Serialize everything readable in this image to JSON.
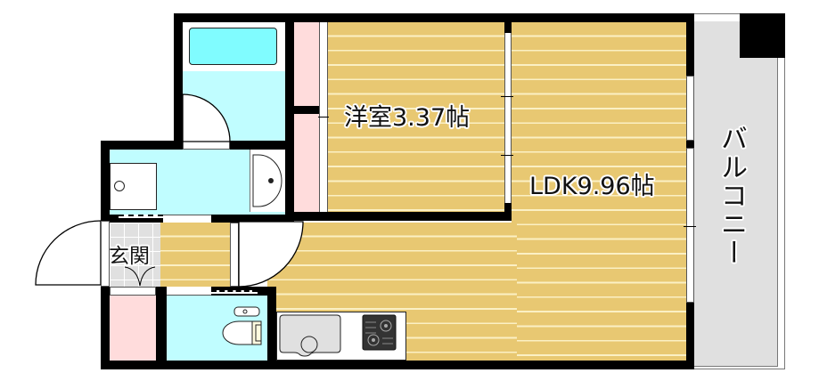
{
  "floorplan": {
    "rooms": {
      "western_room": {
        "label": "洋室3.37帖",
        "type": "Western-style room",
        "size_jo": 3.37
      },
      "ldk": {
        "label": "LDK9.96帖",
        "type": "Living Dining Kitchen",
        "size_jo": 9.96
      },
      "balcony": {
        "label": "バルコニー"
      },
      "entrance": {
        "label": "玄関"
      }
    },
    "fixtures": [
      "bathtub",
      "washbasin",
      "washing-machine-space",
      "toilet",
      "kitchen-sink",
      "gas-stove",
      "shoe-closet",
      "closet"
    ],
    "colors": {
      "wall": "#000000",
      "wood_floor": "#e8c872",
      "floor_stripe": "#fbf0c4",
      "wet_area": "#c0fdff",
      "storage": "#ffdcdc",
      "balcony": "#e0e0e0",
      "entrance_tile": "#e0e0e0"
    }
  }
}
